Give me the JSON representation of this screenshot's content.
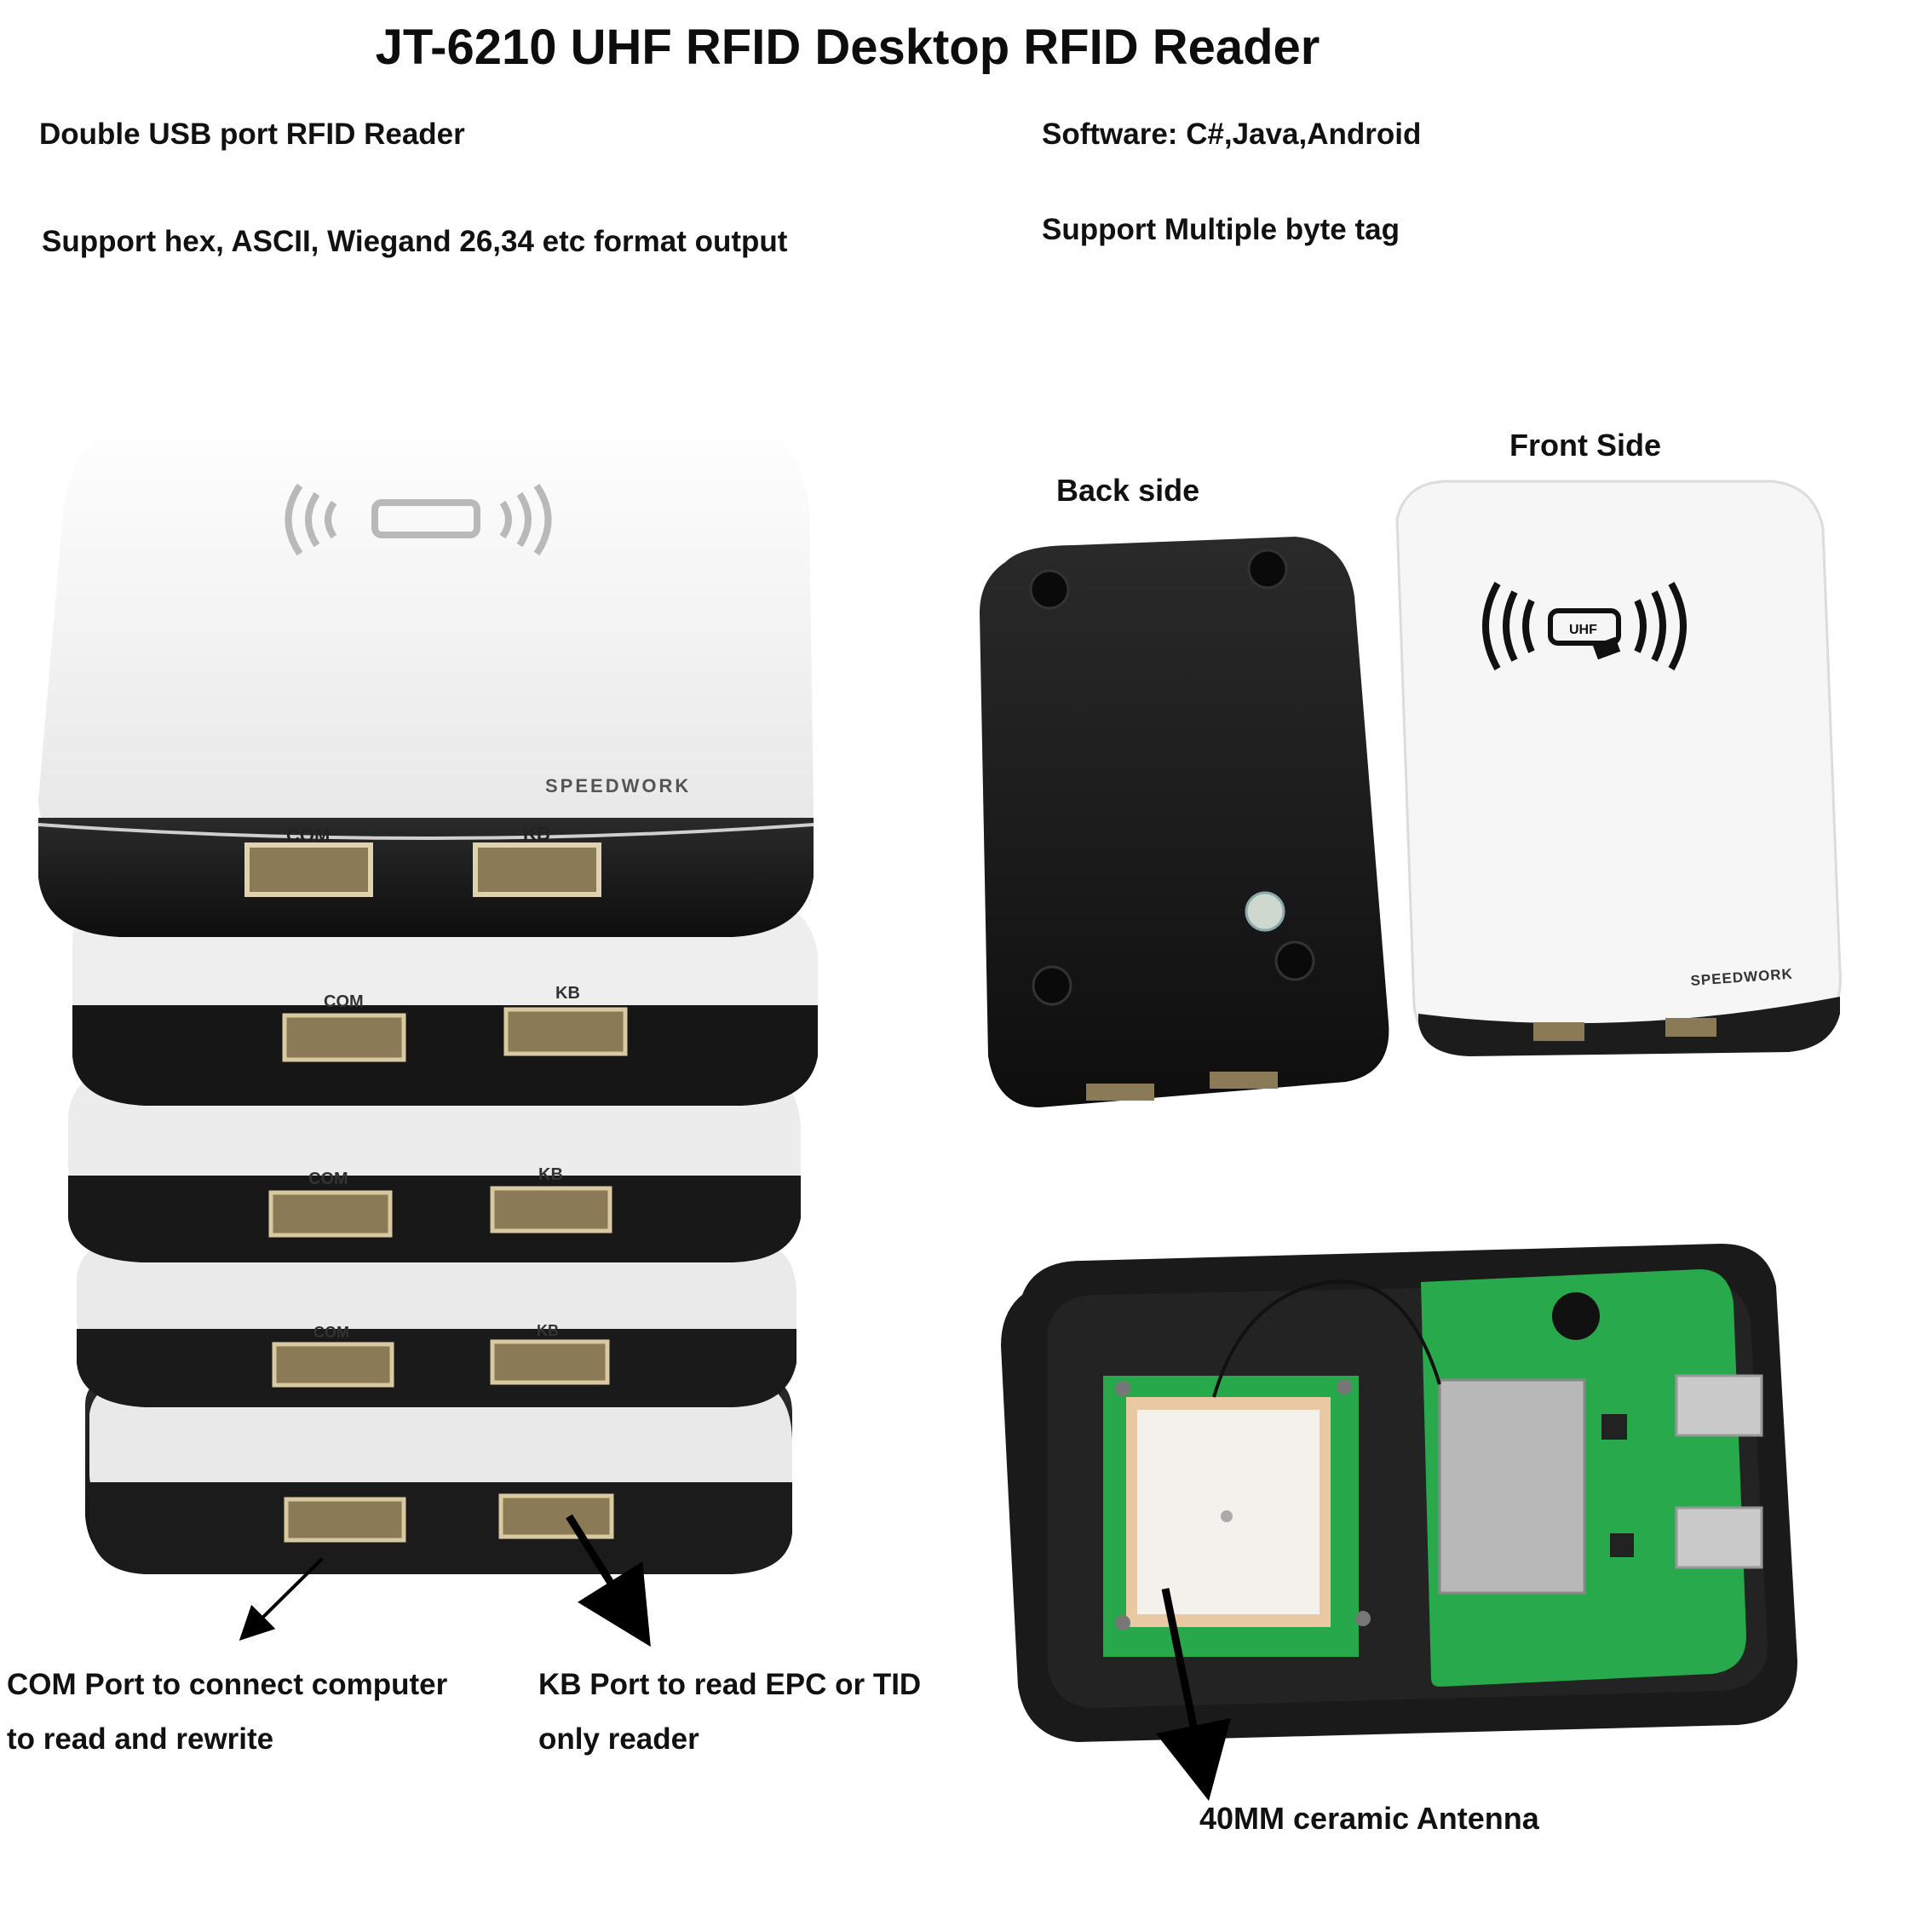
{
  "title": "JT-6210 UHF RFID Desktop RFID Reader",
  "features": {
    "f1": "Double USB port RFID Reader",
    "f2": "Support hex, ASCII, Wiegand 26,34 etc format output",
    "f3": "Software: C#,Java,Android",
    "f4": "Support Multiple byte tag"
  },
  "labels": {
    "back": "Back side",
    "front": "Front Side"
  },
  "captions": {
    "com_line1": "COM Port to connect computer",
    "com_line2": "to read and rewrite",
    "kb_line1": "KB Port to read EPC or TID",
    "kb_line2": "only reader",
    "antenna": "40MM ceramic Antenna"
  },
  "device": {
    "brand": "SPEEDWORK",
    "port_com": "COM",
    "port_kb": "KB",
    "badge": "UHF"
  },
  "colors": {
    "shell_white": "#f2f2f2",
    "shell_black": "#1e1e1e",
    "pcb_green": "#27a84a",
    "antenna_tan": "#e8c9a4"
  }
}
